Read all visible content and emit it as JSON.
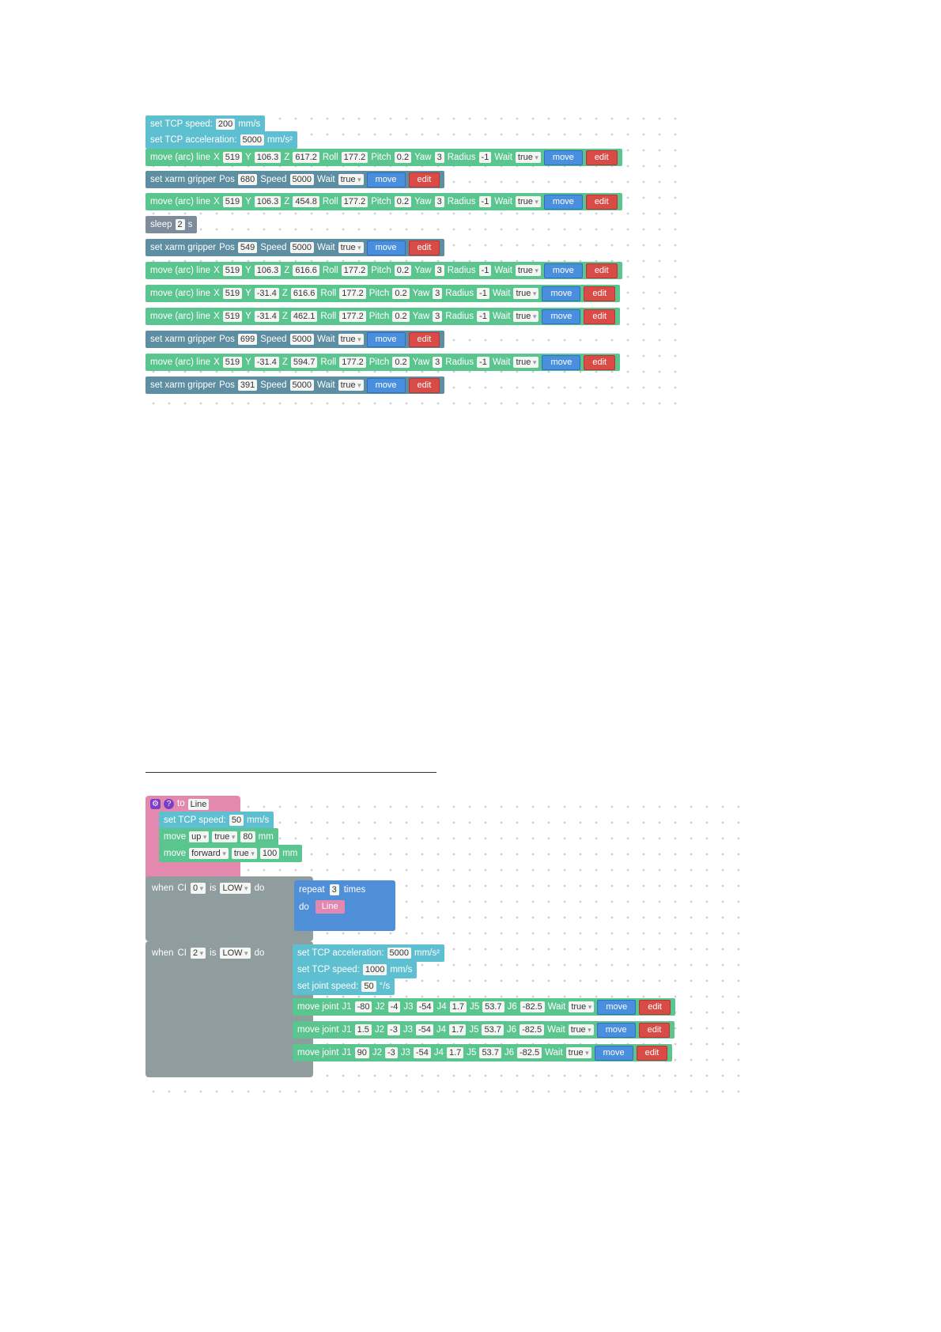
{
  "colors": {
    "light_blue": "#5ebfd0",
    "green": "#5bc590",
    "slate": "#5e8ea2",
    "gray": "#7d8c9a",
    "pink": "#e389b0",
    "blue": "#4f8fd8",
    "event_gray": "#8f9d9f",
    "move_button": "#4a8fdd",
    "edit_button": "#d94b46"
  },
  "workspace1": {
    "blocks": [
      {
        "type": "tcp_speed",
        "tokens": [
          {
            "t": "set TCP speed:"
          },
          {
            "f": "200"
          },
          {
            "t": "mm/s"
          }
        ]
      },
      {
        "type": "tcp_accel",
        "tokens": [
          {
            "t": "set TCP acceleration:"
          },
          {
            "f": "5000"
          },
          {
            "t": "mm/s²"
          }
        ]
      },
      {
        "type": "move_line",
        "tokens": [
          {
            "t": "move (arc) line"
          },
          {
            "t": "X"
          },
          {
            "f": "519"
          },
          {
            "t": "Y"
          },
          {
            "f": "106.3"
          },
          {
            "t": "Z"
          },
          {
            "f": "617.2"
          },
          {
            "t": "Roll"
          },
          {
            "f": "177.2"
          },
          {
            "t": "Pitch"
          },
          {
            "f": "0.2"
          },
          {
            "t": "Yaw"
          },
          {
            "f": "3"
          },
          {
            "t": "Radius"
          },
          {
            "f": "-1"
          },
          {
            "t": "Wait"
          },
          {
            "d": "true"
          },
          {
            "m": "move"
          },
          {
            "e": "edit"
          }
        ]
      },
      {
        "type": "gripper",
        "tokens": [
          {
            "t": "set xarm gripper"
          },
          {
            "t": "Pos"
          },
          {
            "f": "680"
          },
          {
            "t": "Speed"
          },
          {
            "f": "5000"
          },
          {
            "t": "Wait"
          },
          {
            "d": "true"
          },
          {
            "m": "move"
          },
          {
            "e": "edit"
          }
        ]
      },
      {
        "type": "move_line",
        "tokens": [
          {
            "t": "move (arc) line"
          },
          {
            "t": "X"
          },
          {
            "f": "519"
          },
          {
            "t": "Y"
          },
          {
            "f": "106.3"
          },
          {
            "t": "Z"
          },
          {
            "f": "454.8"
          },
          {
            "t": "Roll"
          },
          {
            "f": "177.2"
          },
          {
            "t": "Pitch"
          },
          {
            "f": "0.2"
          },
          {
            "t": "Yaw"
          },
          {
            "f": "3"
          },
          {
            "t": "Radius"
          },
          {
            "f": "-1"
          },
          {
            "t": "Wait"
          },
          {
            "d": "true"
          },
          {
            "m": "move"
          },
          {
            "e": "edit"
          }
        ]
      },
      {
        "type": "sleep",
        "tokens": [
          {
            "t": "sleep"
          },
          {
            "f": "2"
          },
          {
            "t": "s"
          }
        ]
      },
      {
        "type": "gripper",
        "tokens": [
          {
            "t": "set xarm gripper"
          },
          {
            "t": "Pos"
          },
          {
            "f": "549"
          },
          {
            "t": "Speed"
          },
          {
            "f": "5000"
          },
          {
            "t": "Wait"
          },
          {
            "d": "true"
          },
          {
            "m": "move"
          },
          {
            "e": "edit"
          }
        ]
      },
      {
        "type": "move_line",
        "tokens": [
          {
            "t": "move (arc) line"
          },
          {
            "t": "X"
          },
          {
            "f": "519"
          },
          {
            "t": "Y"
          },
          {
            "f": "106.3"
          },
          {
            "t": "Z"
          },
          {
            "f": "616.6"
          },
          {
            "t": "Roll"
          },
          {
            "f": "177.2"
          },
          {
            "t": "Pitch"
          },
          {
            "f": "0.2"
          },
          {
            "t": "Yaw"
          },
          {
            "f": "3"
          },
          {
            "t": "Radius"
          },
          {
            "f": "-1"
          },
          {
            "t": "Wait"
          },
          {
            "d": "true"
          },
          {
            "m": "move"
          },
          {
            "e": "edit"
          }
        ]
      },
      {
        "type": "move_line",
        "tokens": [
          {
            "t": "move (arc) line"
          },
          {
            "t": "X"
          },
          {
            "f": "519"
          },
          {
            "t": "Y"
          },
          {
            "f": "-31.4"
          },
          {
            "t": "Z"
          },
          {
            "f": "616.6"
          },
          {
            "t": "Roll"
          },
          {
            "f": "177.2"
          },
          {
            "t": "Pitch"
          },
          {
            "f": "0.2"
          },
          {
            "t": "Yaw"
          },
          {
            "f": "3"
          },
          {
            "t": "Radius"
          },
          {
            "f": "-1"
          },
          {
            "t": "Wait"
          },
          {
            "d": "true"
          },
          {
            "m": "move"
          },
          {
            "e": "edit"
          }
        ]
      },
      {
        "type": "move_line",
        "tokens": [
          {
            "t": "move (arc) line"
          },
          {
            "t": "X"
          },
          {
            "f": "519"
          },
          {
            "t": "Y"
          },
          {
            "f": "-31.4"
          },
          {
            "t": "Z"
          },
          {
            "f": "462.1"
          },
          {
            "t": "Roll"
          },
          {
            "f": "177.2"
          },
          {
            "t": "Pitch"
          },
          {
            "f": "0.2"
          },
          {
            "t": "Yaw"
          },
          {
            "f": "3"
          },
          {
            "t": "Radius"
          },
          {
            "f": "-1"
          },
          {
            "t": "Wait"
          },
          {
            "d": "true"
          },
          {
            "m": "move"
          },
          {
            "e": "edit"
          }
        ]
      },
      {
        "type": "gripper",
        "tokens": [
          {
            "t": "set xarm gripper"
          },
          {
            "t": "Pos"
          },
          {
            "f": "699"
          },
          {
            "t": "Speed"
          },
          {
            "f": "5000"
          },
          {
            "t": "Wait"
          },
          {
            "d": "true"
          },
          {
            "m": "move"
          },
          {
            "e": "edit"
          }
        ]
      },
      {
        "type": "move_line",
        "tokens": [
          {
            "t": "move (arc) line"
          },
          {
            "t": "X"
          },
          {
            "f": "519"
          },
          {
            "t": "Y"
          },
          {
            "f": "-31.4"
          },
          {
            "t": "Z"
          },
          {
            "f": "594.7"
          },
          {
            "t": "Roll"
          },
          {
            "f": "177.2"
          },
          {
            "t": "Pitch"
          },
          {
            "f": "0.2"
          },
          {
            "t": "Yaw"
          },
          {
            "f": "3"
          },
          {
            "t": "Radius"
          },
          {
            "f": "-1"
          },
          {
            "t": "Wait"
          },
          {
            "d": "true"
          },
          {
            "m": "move"
          },
          {
            "e": "edit"
          }
        ]
      },
      {
        "type": "gripper",
        "tokens": [
          {
            "t": "set xarm gripper"
          },
          {
            "t": "Pos"
          },
          {
            "f": "391"
          },
          {
            "t": "Speed"
          },
          {
            "f": "5000"
          },
          {
            "t": "Wait"
          },
          {
            "d": "true"
          },
          {
            "m": "move"
          },
          {
            "e": "edit"
          }
        ]
      }
    ]
  },
  "workspace2": {
    "function_def": {
      "label": "to",
      "name": "Line",
      "gear_icon": "gear-icon",
      "help_icon": "help-icon",
      "help_glyph": "?",
      "blocks": [
        {
          "type": "tcp_speed",
          "tokens": [
            {
              "t": "set TCP speed:"
            },
            {
              "f": "50"
            },
            {
              "t": "mm/s"
            }
          ]
        },
        {
          "type": "move_dir",
          "tokens": [
            {
              "t": "move"
            },
            {
              "d": "up"
            },
            {
              "d": "true"
            },
            {
              "f": "80"
            },
            {
              "t": "mm"
            }
          ]
        },
        {
          "type": "move_dir",
          "tokens": [
            {
              "t": "move"
            },
            {
              "d": "forward"
            },
            {
              "d": "true"
            },
            {
              "f": "100"
            },
            {
              "t": "mm"
            }
          ]
        }
      ]
    },
    "event1": {
      "header": [
        {
          "t": "when"
        },
        {
          "t": "CI"
        },
        {
          "d": "0"
        },
        {
          "t": "is"
        },
        {
          "d": "LOW"
        },
        {
          "t": "do"
        }
      ],
      "repeat": {
        "label": "repeat",
        "count": "3",
        "times": "times",
        "do": "do",
        "call": "Line"
      }
    },
    "event2": {
      "header": [
        {
          "t": "when"
        },
        {
          "t": "CI"
        },
        {
          "d": "2"
        },
        {
          "t": "is"
        },
        {
          "d": "LOW"
        },
        {
          "t": "do"
        }
      ],
      "blocks": [
        {
          "type": "tcp_accel",
          "tokens": [
            {
              "t": "set TCP acceleration:"
            },
            {
              "f": "5000"
            },
            {
              "t": "mm/s²"
            }
          ]
        },
        {
          "type": "tcp_speed",
          "tokens": [
            {
              "t": "set TCP speed:"
            },
            {
              "f": "1000"
            },
            {
              "t": "mm/s"
            }
          ]
        },
        {
          "type": "joint_speed",
          "tokens": [
            {
              "t": "set joint speed:"
            },
            {
              "f": "50"
            },
            {
              "t": "°/s"
            }
          ]
        },
        {
          "type": "move_joint",
          "tokens": [
            {
              "t": "move joint"
            },
            {
              "t": "J1"
            },
            {
              "f": "-80"
            },
            {
              "t": "J2"
            },
            {
              "f": "-4"
            },
            {
              "t": "J3"
            },
            {
              "f": "-54"
            },
            {
              "t": "J4"
            },
            {
              "f": "1.7"
            },
            {
              "t": "J5"
            },
            {
              "f": "53.7"
            },
            {
              "t": "J6"
            },
            {
              "f": "-82.5"
            },
            {
              "t": "Wait"
            },
            {
              "d": "true"
            },
            {
              "m": "move"
            },
            {
              "e": "edit"
            }
          ]
        },
        {
          "type": "move_joint",
          "tokens": [
            {
              "t": "move joint"
            },
            {
              "t": "J1"
            },
            {
              "f": "1.5"
            },
            {
              "t": "J2"
            },
            {
              "f": "-3"
            },
            {
              "t": "J3"
            },
            {
              "f": "-54"
            },
            {
              "t": "J4"
            },
            {
              "f": "1.7"
            },
            {
              "t": "J5"
            },
            {
              "f": "53.7"
            },
            {
              "t": "J6"
            },
            {
              "f": "-82.5"
            },
            {
              "t": "Wait"
            },
            {
              "d": "true"
            },
            {
              "m": "move"
            },
            {
              "e": "edit"
            }
          ]
        },
        {
          "type": "move_joint",
          "tokens": [
            {
              "t": "move joint"
            },
            {
              "t": "J1"
            },
            {
              "f": "90"
            },
            {
              "t": "J2"
            },
            {
              "f": "-3"
            },
            {
              "t": "J3"
            },
            {
              "f": "-54"
            },
            {
              "t": "J4"
            },
            {
              "f": "1.7"
            },
            {
              "t": "J5"
            },
            {
              "f": "53.7"
            },
            {
              "t": "J6"
            },
            {
              "f": "-82.5"
            },
            {
              "t": "Wait"
            },
            {
              "d": "true"
            },
            {
              "m": "move"
            },
            {
              "e": "edit"
            }
          ]
        }
      ]
    }
  }
}
